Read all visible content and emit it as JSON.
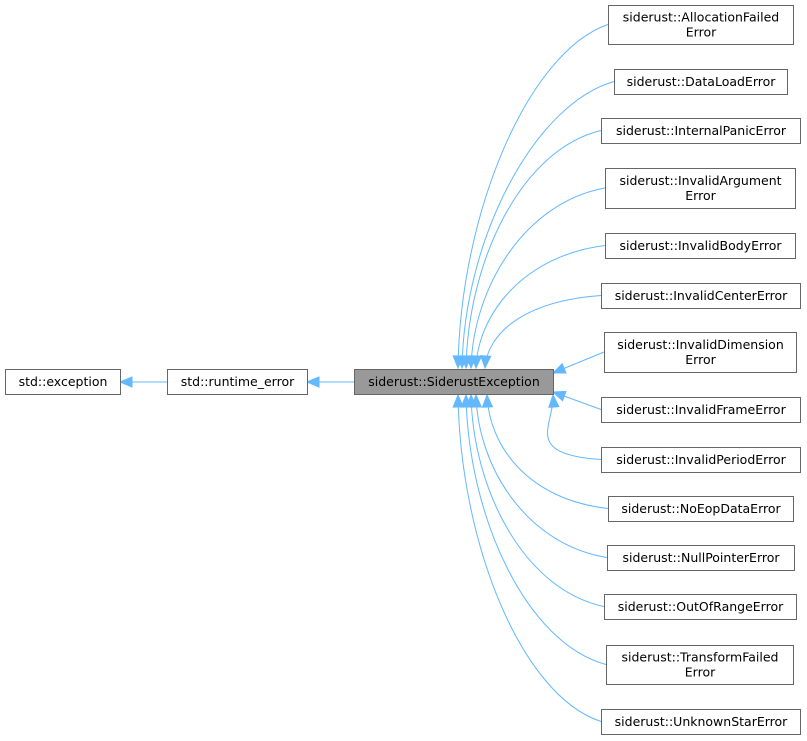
{
  "diagram": {
    "highlight_fill": "#999999",
    "node_fill": "#ffffff",
    "edge_color": "#63b8ff",
    "nodes": {
      "std_exception": {
        "label": [
          "std::exception"
        ]
      },
      "std_runtime_error": {
        "label": [
          "std::runtime_error"
        ]
      },
      "siderust_exception": {
        "label": [
          "siderust::SiderustException"
        ],
        "highlighted": true
      },
      "allocation_failed": {
        "label": [
          "siderust::AllocationFailed",
          "Error"
        ]
      },
      "data_load": {
        "label": [
          "siderust::DataLoadError"
        ]
      },
      "internal_panic": {
        "label": [
          "siderust::InternalPanicError"
        ]
      },
      "invalid_argument": {
        "label": [
          "siderust::InvalidArgument",
          "Error"
        ]
      },
      "invalid_body": {
        "label": [
          "siderust::InvalidBodyError"
        ]
      },
      "invalid_center": {
        "label": [
          "siderust::InvalidCenterError"
        ]
      },
      "invalid_dimension": {
        "label": [
          "siderust::InvalidDimension",
          "Error"
        ]
      },
      "invalid_frame": {
        "label": [
          "siderust::InvalidFrameError"
        ]
      },
      "invalid_period": {
        "label": [
          "siderust::InvalidPeriodError"
        ]
      },
      "no_eop_data": {
        "label": [
          "siderust::NoEopDataError"
        ]
      },
      "null_pointer": {
        "label": [
          "siderust::NullPointerError"
        ]
      },
      "out_of_range": {
        "label": [
          "siderust::OutOfRangeError"
        ]
      },
      "transform_failed": {
        "label": [
          "siderust::TransformFailed",
          "Error"
        ]
      },
      "unknown_star": {
        "label": [
          "siderust::UnknownStarError"
        ]
      }
    },
    "edges": [
      {
        "from": "std_runtime_error",
        "to": "std_exception"
      },
      {
        "from": "siderust_exception",
        "to": "std_runtime_error"
      },
      {
        "from": "allocation_failed",
        "to": "siderust_exception"
      },
      {
        "from": "data_load",
        "to": "siderust_exception"
      },
      {
        "from": "internal_panic",
        "to": "siderust_exception"
      },
      {
        "from": "invalid_argument",
        "to": "siderust_exception"
      },
      {
        "from": "invalid_body",
        "to": "siderust_exception"
      },
      {
        "from": "invalid_center",
        "to": "siderust_exception"
      },
      {
        "from": "invalid_dimension",
        "to": "siderust_exception"
      },
      {
        "from": "invalid_frame",
        "to": "siderust_exception"
      },
      {
        "from": "invalid_period",
        "to": "siderust_exception"
      },
      {
        "from": "no_eop_data",
        "to": "siderust_exception"
      },
      {
        "from": "null_pointer",
        "to": "siderust_exception"
      },
      {
        "from": "out_of_range",
        "to": "siderust_exception"
      },
      {
        "from": "transform_failed",
        "to": "siderust_exception"
      },
      {
        "from": "unknown_star",
        "to": "siderust_exception"
      }
    ]
  }
}
